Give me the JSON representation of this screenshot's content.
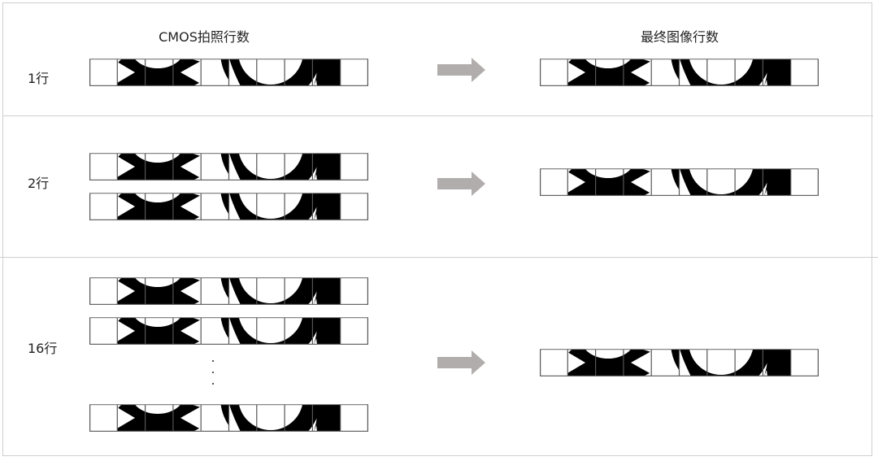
{
  "headings": {
    "left": "CMOS拍照行数",
    "right": "最终图像行数"
  },
  "sections": [
    {
      "label": "1行",
      "cmos_strip_count": 1,
      "final_strip_count": 1
    },
    {
      "label": "2行",
      "cmos_strip_count": 2,
      "final_strip_count": 1
    },
    {
      "label": "16行",
      "cmos_strip_count": 16,
      "cmos_strips_shown": 3,
      "ellipsis": "⋮",
      "final_strip_count": 1
    }
  ],
  "strip": {
    "cells": 10,
    "cell_stroke": "#555555",
    "fill": "#000000"
  },
  "colors": {
    "arrow": "#b1adac",
    "border": "#cfcfcf",
    "text": "#222222"
  },
  "icons": {
    "arrow": "right-arrow-icon"
  }
}
